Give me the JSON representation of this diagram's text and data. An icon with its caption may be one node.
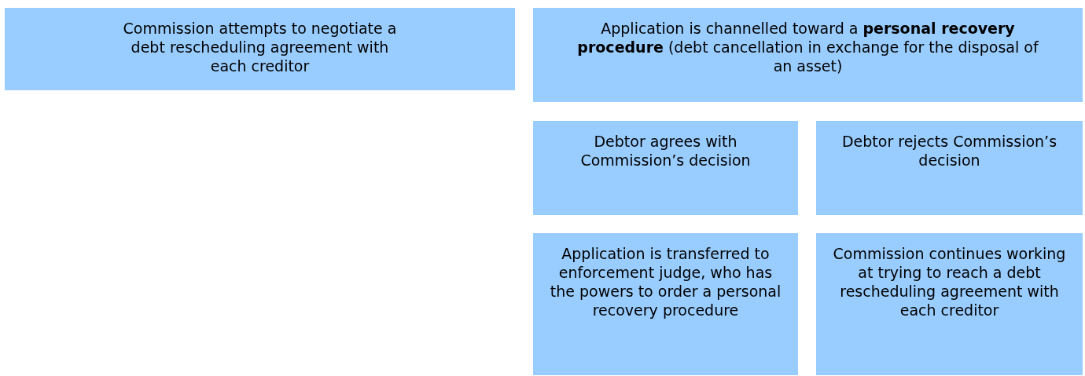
{
  "diagram": {
    "nodes": [
      {
        "text": [
          "Commission attempts to negotiate a debt rescheduling agreement with each creditor"
        ]
      },
      {
        "text": [
          "Application is channelled toward a **personal recovery procedure** (debt cancellation in exchange for the disposal of an asset)"
        ]
      },
      {
        "text": [
          "Debtor agrees with Commission’s decision"
        ]
      },
      {
        "text": [
          "Debtor rejects Commission’s decision"
        ]
      },
      {
        "text": [
          "Application is transferred to enforcement judge, who has the powers to order a personal recovery procedure"
        ]
      },
      {
        "text": [
          "Commission continues working at trying to reach a debt rescheduling agreement with each creditor"
        ]
      }
    ]
  }
}
